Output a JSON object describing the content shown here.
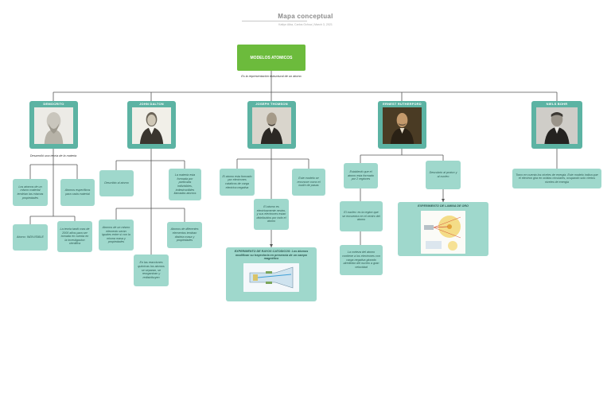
{
  "header": {
    "title": "Mapa conceptual",
    "subtitle": "Katlyn Alba, Carlos Ochoa  |  March 3, 2021"
  },
  "root": {
    "label": "MODELOS ATOMICOS",
    "edge_label": "Es la representación estructural de un átomo"
  },
  "scientists": [
    {
      "name": "DEMOCRITO",
      "portrait": "bust-portrait"
    },
    {
      "name": "JOHN DALTON",
      "portrait": "engraved-portrait"
    },
    {
      "name": "JOSEPH THOMSON",
      "portrait": "photo-portrait"
    },
    {
      "name": "ERNEST RUTHERFORD",
      "portrait": "painted-portrait"
    },
    {
      "name": "NIELS BOHR",
      "portrait": "photo-portrait"
    }
  ],
  "democrito": {
    "edge_label": "Desarrolló una teoría de la materia",
    "n1": "Los atomos de un mismo material tendrian las mismas propiedades",
    "n2": "Atomos especificos para cada material",
    "n3": "Atomo: INDIVISIBLE",
    "n4": "La teoria tardó mas de 2000 años para ser tomada en cuenta en la investigacion cientifica"
  },
  "dalton": {
    "n1": "Describio al atomo",
    "n2": "La materia esta formada por particulas indivisibles, indestructibles llamadas atomos",
    "n3": "Atomos de un mismo elemento serán iguales entre si con la misma masa y propiedades",
    "n4": "Atomos de diferentes elementos tendran distinta masa y propiedades",
    "n5": "En las reacciones quimicas los atomos se separan, se reorganizan y redistribuyen"
  },
  "thomson": {
    "n1": "El atomo esta formado por electrones cataticos de carga electrica negativa",
    "n2": "Este modelo se reconoce como el budín de pasas",
    "n3": "El atomo es electricamente neutro, y sus electrones estan distribuidos por todo el atomo",
    "exp_caption": "EXPERIMENTO DE RAYOS CATODICOS: Los átomos modifican su trayectoria en presencia de un campo magnético"
  },
  "rutherford": {
    "n1": "Estableció que el atomo esta formado por 2 regiones",
    "n2": "Descubrio al proton y al nucleo",
    "n3": "El nucleo: es la region que se encuentra en el centro del atomo",
    "n4": "La corteza del atomo contiene a los electrones con carga negativa girando alrededor del nucleo a gran velocidad",
    "exp_caption": "EXPERIMENTO DE LAMINA DE ORO"
  },
  "bohr": {
    "n1": "Tomo en cuenta los niveles de energia. Este modelo indica que el electron gira en orbitas circulares, ocupando solo ciertos niveles de energia"
  },
  "colors": {
    "root": "#6cbb3c",
    "person": "#5cb3a3",
    "node": "#9fd8cc",
    "node_text": "#2d5a52",
    "edge": "#555555"
  }
}
